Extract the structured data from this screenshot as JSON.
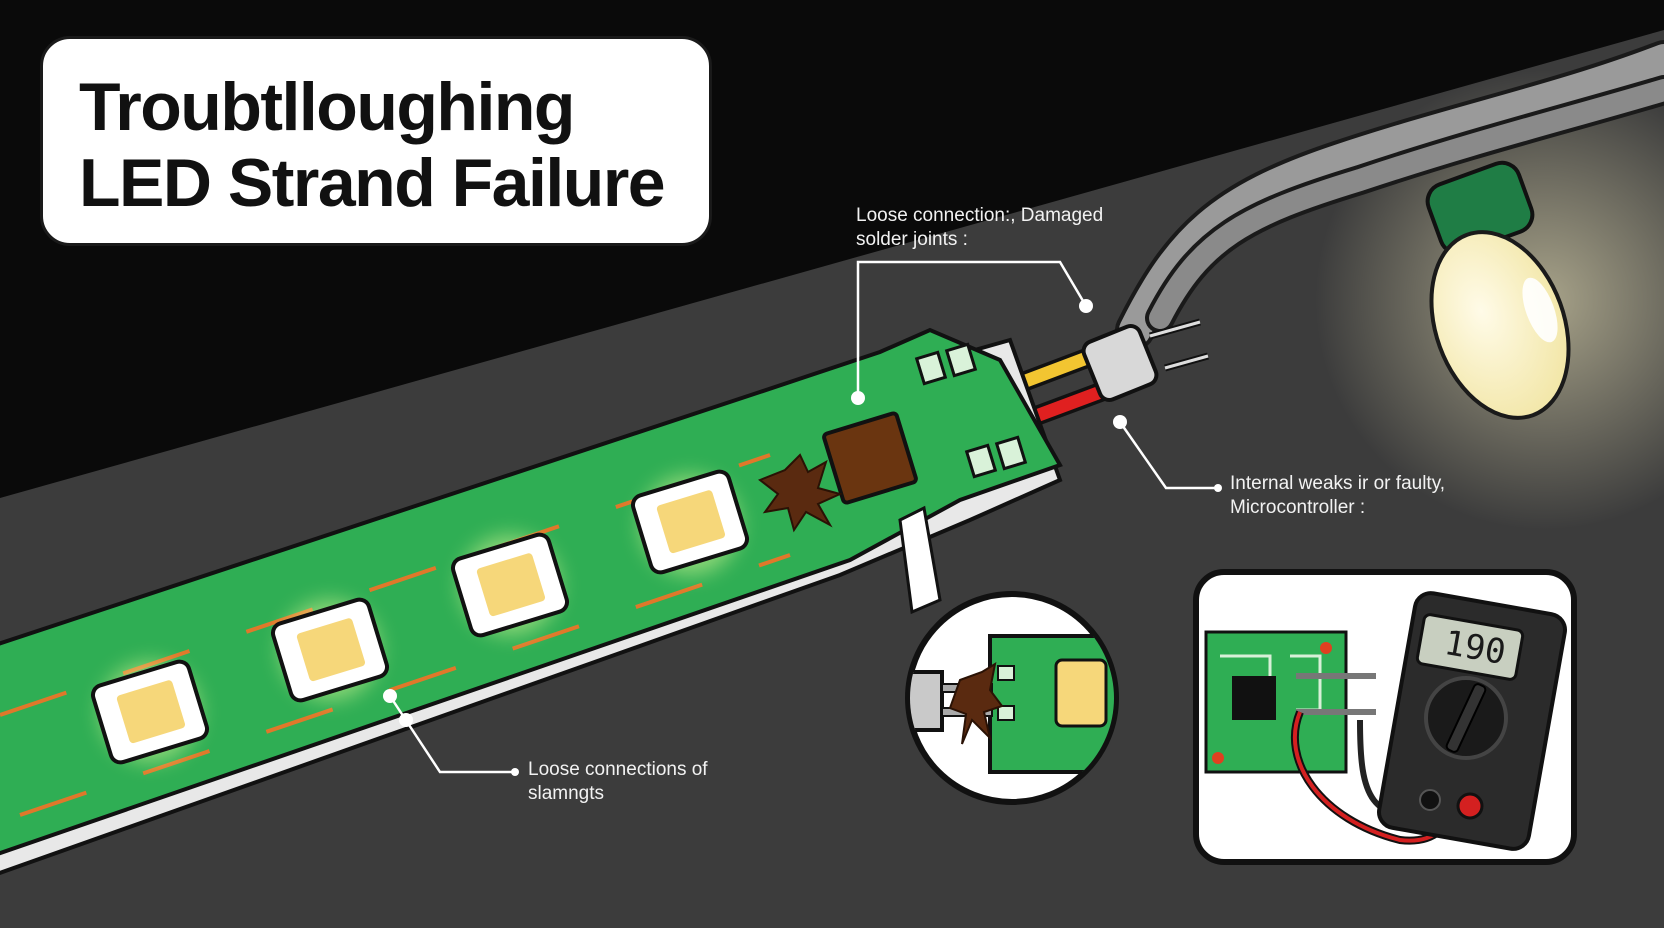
{
  "title": {
    "line1": "Troubtlloughing",
    "line2": "LED Strand Failure"
  },
  "callouts": {
    "solder": {
      "line1": "Loose connection:, Damaged",
      "line2": "solder joints :"
    },
    "controller": {
      "line1": "Internal weaks ir or faulty,",
      "line2": "Microcontroller :"
    },
    "strip": {
      "line1": "Loose connections of",
      "line2": "slamngts"
    }
  },
  "multimeter": {
    "reading": "190"
  },
  "colors": {
    "background_dark": "#0a0a0a",
    "background_gray": "#3c3c3c",
    "pcb_green": "#2fae54",
    "trace_orange": "#e0782a",
    "wire_yellow": "#f2c531",
    "wire_red": "#e02020",
    "crack_brown": "#5a2a10",
    "bulb_cap_green": "#1f7d45"
  },
  "icons": [
    "led-chip-icon",
    "microcontroller-chip-icon",
    "crack-icon",
    "bulb-icon",
    "multimeter-icon",
    "connector-icon"
  ]
}
